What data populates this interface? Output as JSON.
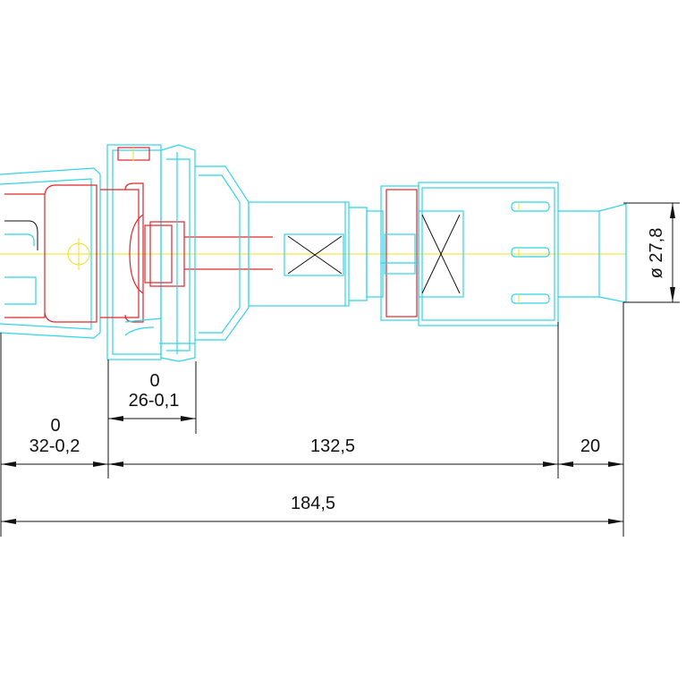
{
  "colors": {
    "outline": "#2fd4e8",
    "section": "#e0262b",
    "dimension": "#111111",
    "centerline": "#f0e020"
  },
  "dimensions": {
    "left_len_top": "0",
    "left_len_bottom": "32-0,2",
    "small_len_top": "0",
    "small_len_bottom": "26-0,1",
    "mid_len": "132,5",
    "right_len": "20",
    "total_len": "184,5",
    "diameter": "ø 27,8"
  }
}
